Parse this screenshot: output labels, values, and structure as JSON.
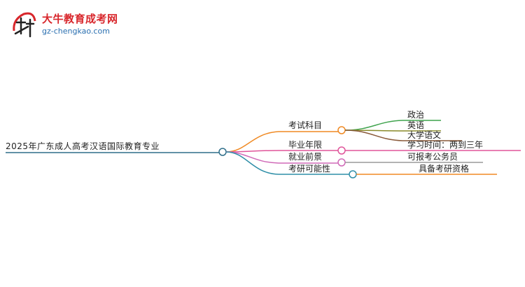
{
  "logo": {
    "name": "大牛教育成考网",
    "url": "gz-chengkao.com"
  },
  "mindmap": {
    "root": "2025年广东成人高考汉语国际教育专业",
    "branches": [
      {
        "label": "考试科目",
        "color": "#f08a24",
        "children": [
          {
            "label": "政治",
            "color": "#3fa34d"
          },
          {
            "label": "英语",
            "color": "#8a8a2a"
          },
          {
            "label": "大学语文",
            "color": "#8a5a3a"
          }
        ]
      },
      {
        "label": "毕业年限",
        "color": "#e0559a",
        "children": [
          {
            "label": "学习时间：两到三年",
            "color": "#e0559a"
          }
        ]
      },
      {
        "label": "就业前景",
        "color": "#d06ab8",
        "children": [
          {
            "label": "可报考公务员",
            "color": "#9a9a9a"
          }
        ]
      },
      {
        "label": "考研可能性",
        "color": "#2f8fa8",
        "children": [
          {
            "label": "具备考研资格",
            "color": "#f08a24"
          }
        ]
      }
    ]
  }
}
